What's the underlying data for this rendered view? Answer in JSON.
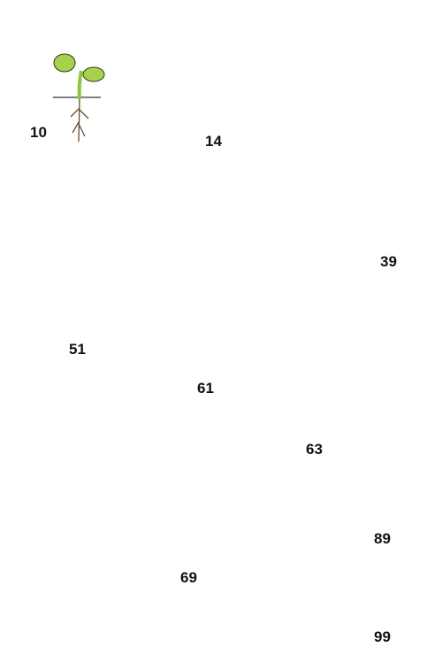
{
  "stages": [
    {
      "id": "seedling",
      "code": "10"
    },
    {
      "id": "young-plant",
      "code": "14"
    },
    {
      "id": "tall-plant",
      "code": "39"
    },
    {
      "id": "bud",
      "code": "51"
    },
    {
      "id": "opening-bud",
      "code": "61"
    },
    {
      "id": "flowering",
      "code": "63"
    },
    {
      "id": "full-bloom",
      "code": "69"
    },
    {
      "id": "ripe-head",
      "code": "89"
    },
    {
      "id": "seeds",
      "code": "99"
    }
  ],
  "colors": {
    "leaf": "#a6d34b",
    "leaf_dark": "#7fb034",
    "stem": "#8cc63f",
    "outline": "#2f3a1a",
    "petal": "#f6d21f",
    "petal_deep": "#e9a920",
    "disc_red": "#b8431f",
    "disc_orange": "#e39a2b",
    "root": "#6b4a2c",
    "seed": "#c9bba8",
    "seed_stripe": "#5c5248"
  }
}
